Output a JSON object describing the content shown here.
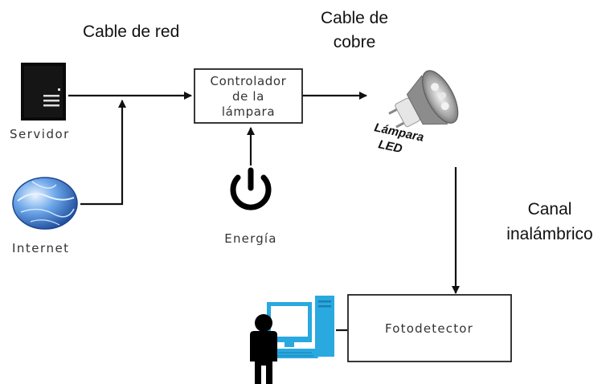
{
  "labels": {
    "cable_red": "Cable de red",
    "cable_cobre_line1": "Cable de",
    "cable_cobre_line2": "cobre",
    "servidor": "Servidor",
    "internet": "Internet",
    "controlador_line1": "Controlador",
    "controlador_line2": "de la",
    "controlador_line3": "lámpara",
    "lampara_line1": "Lámpara",
    "lampara_line2": "LED",
    "energia": "Energía",
    "canal_line1": "Canal",
    "canal_line2": "inalámbrico",
    "fotodetector": "Fotodetector"
  },
  "icons": {
    "server": "server-icon",
    "globe": "globe-icon",
    "power": "power-icon",
    "lamp": "led-lamp-icon",
    "computer": "computer-icon",
    "user": "user-icon"
  },
  "colors": {
    "line": "#111111",
    "globe": "#2f6fd1",
    "monitor": "#29a9e0",
    "box_border": "#222222"
  }
}
